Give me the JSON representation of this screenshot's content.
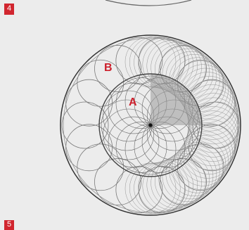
{
  "badges": {
    "top": "4",
    "bottom": "5"
  },
  "labels": {
    "outer_circle": "B",
    "inner_circle": "A"
  },
  "colors": {
    "badge": "#d1262f",
    "label": "#cc1f2b",
    "line": "#555555",
    "background": "#ececec"
  }
}
